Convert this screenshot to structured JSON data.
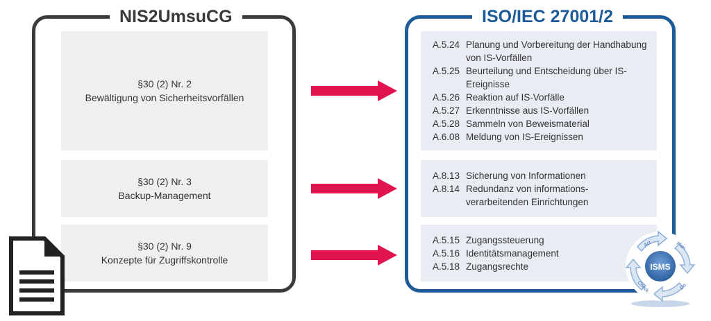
{
  "left": {
    "title": "NIS2UmsuCG",
    "boxes": [
      {
        "line1": "§30 (2) Nr. 2",
        "line2": "Bewältigung von Sicherheitsvorfällen"
      },
      {
        "line1": "§30 (2) Nr. 3",
        "line2": "Backup-Management"
      },
      {
        "line1": "§30 (2) Nr. 9",
        "line2": "Konzepte für Zugriffskontrolle"
      }
    ]
  },
  "right": {
    "title": "ISO/IEC 27001/2",
    "boxes": [
      {
        "items": [
          {
            "id": "A.5.24",
            "text": "Planung und Vorbereitung der Handhabung von IS-Vorfällen"
          },
          {
            "id": "A.5.25",
            "text": "Beurteilung und Entscheidung über IS-Ereignisse"
          },
          {
            "id": "A.5.26",
            "text": "Reaktion auf IS-Vorfälle"
          },
          {
            "id": "A.5.27",
            "text": "Erkenntnisse aus IS-Vorfällen"
          },
          {
            "id": "A.5.28",
            "text": "Sammeln von Beweismaterial"
          },
          {
            "id": "A.6.08",
            "text": "Meldung von IS-Ereignissen"
          }
        ]
      },
      {
        "items": [
          {
            "id": "A.8.13",
            "text": "Sicherung von Informationen"
          },
          {
            "id": "A.8.14",
            "text": "Redundanz von informations-verarbeitenden Einrichtungen"
          }
        ]
      },
      {
        "items": [
          {
            "id": "A.5.15",
            "text": "Zugangssteuerung"
          },
          {
            "id": "A.5.16",
            "text": "Identitätsmanagement"
          },
          {
            "id": "A.5.18",
            "text": "Zugangsrechte"
          }
        ]
      }
    ]
  },
  "isms": {
    "label": "ISMS",
    "cycle": [
      "Plan",
      "Do",
      "Check",
      "Act"
    ]
  },
  "colors": {
    "left_frame": "#3a3a3a",
    "right_frame": "#1d5c99",
    "arrow": "#e0144f",
    "left_box": "#efefef",
    "right_box": "#e9ecf3"
  }
}
